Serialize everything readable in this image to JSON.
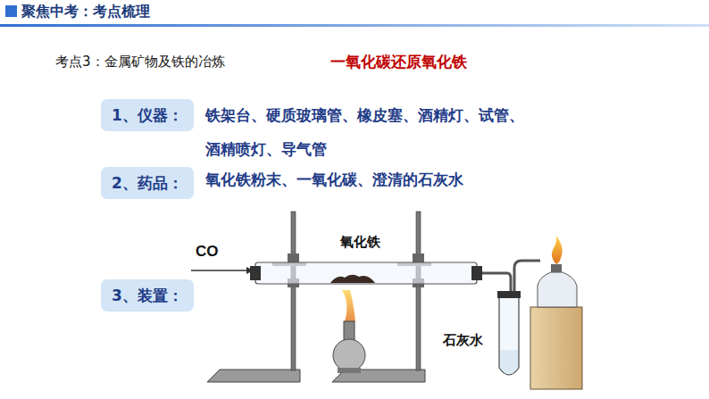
{
  "diagram": {
    "title": "聚焦中考：考点梳理",
    "nodes": [
      {
        "text": [
          "1、仪器："
        ]
      },
      {
        "text": [
          "2、药品："
        ]
      },
      {
        "text": [
          "3、装置："
        ]
      }
    ],
    "labels": [
      "考点3：金属矿物及铁的冶炼",
      "一氧化碳还原氧化铁",
      "铁架台、硬质玻璃管、橡皮塞、酒精灯、试管、酒精喷灯、导气管",
      "氧化铁粉末、一氧化碳、澄清的石灰水",
      "CO",
      "氧化铁",
      "石灰水"
    ]
  }
}
